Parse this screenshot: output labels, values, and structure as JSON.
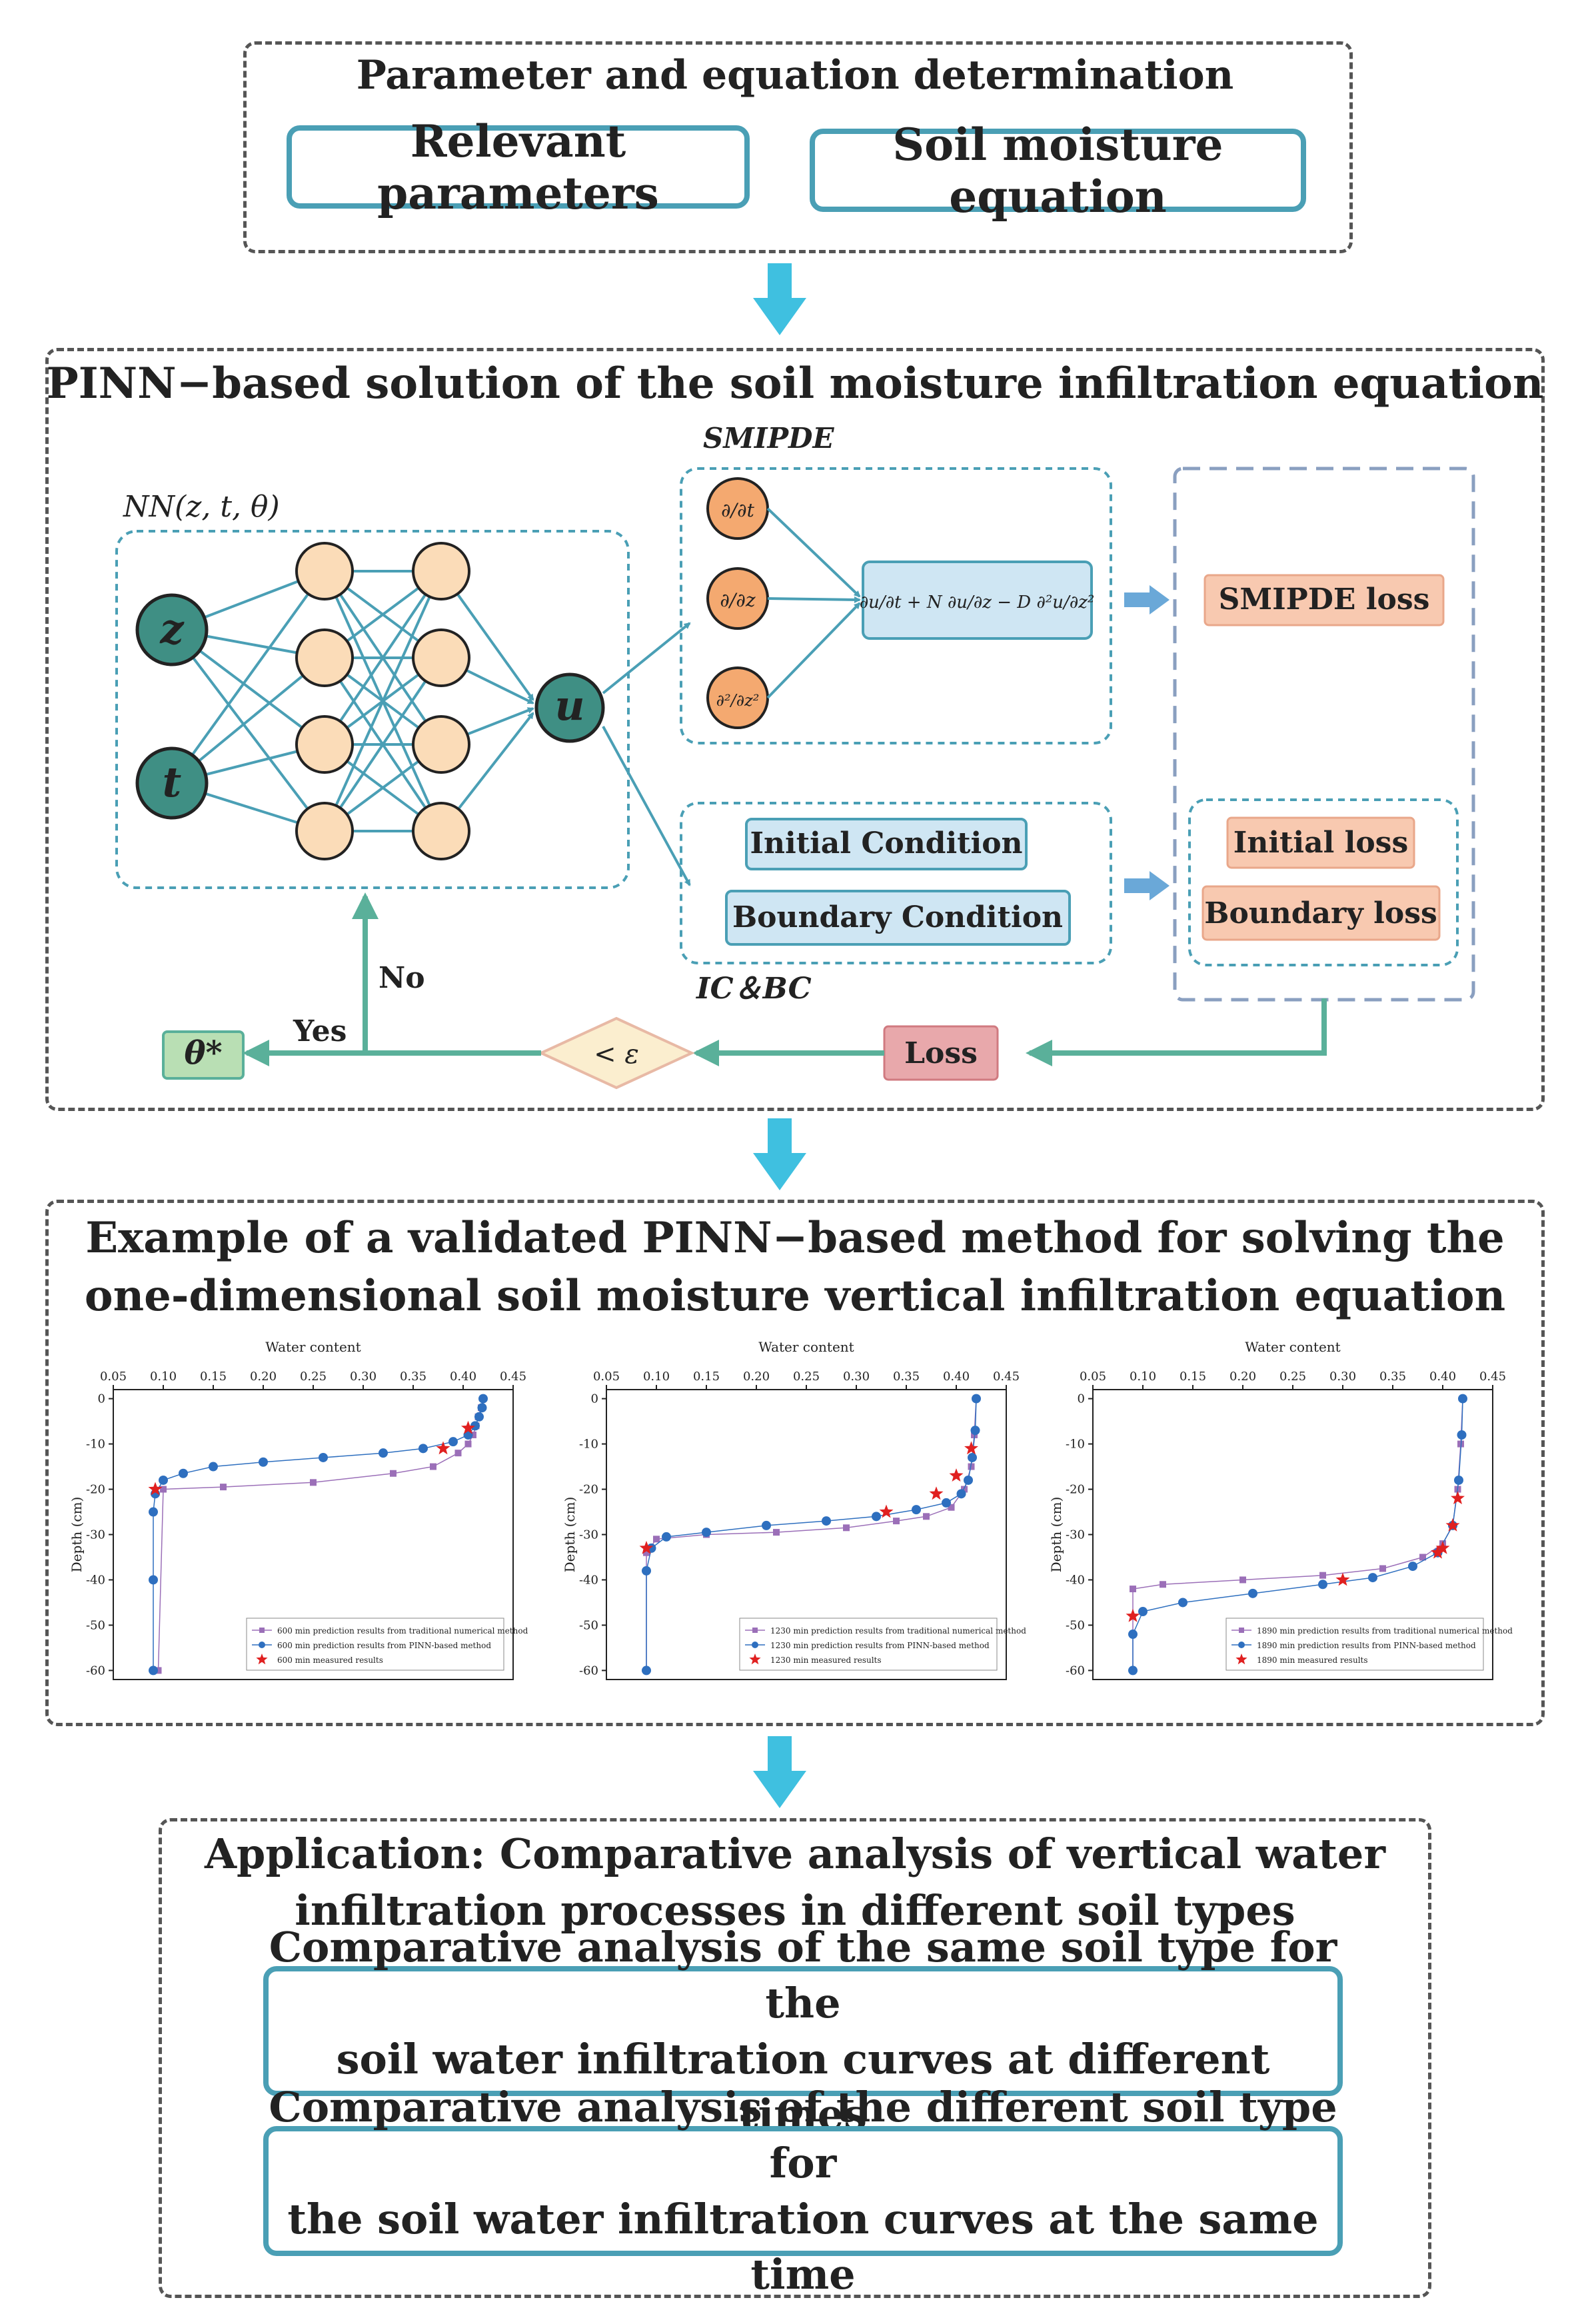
{
  "section1": {
    "title": "Parameter and equation determination",
    "box_left": "Relevant parameters",
    "box_right": "Soil moisture equation"
  },
  "section2": {
    "title": "PINN−based solution of the soil moisture infiltration equation",
    "nn_label": "NN(z, t, θ)",
    "input_z": "z",
    "input_t": "t",
    "output_u": "u",
    "smipde_label": "SMIPDE",
    "deriv_t": "∂/∂t",
    "deriv_z": "∂/∂z",
    "deriv_zz": "∂²/∂z²",
    "pde_expr": "∂u/∂t + N ∂u/∂z − D ∂²u/∂z²",
    "initial_condition": "Initial Condition",
    "boundary_condition": "Boundary Condition",
    "icbc_label": "IC＆BC",
    "smipde_loss": "SMIPDE loss",
    "initial_loss": "Initial loss",
    "boundary_loss": "Boundary loss",
    "loss": "Loss",
    "threshold": "< ε",
    "no": "No",
    "yes": "Yes",
    "theta_star": "θ*"
  },
  "section3": {
    "title_line1": "Example of a validated PINN−based method for solving the",
    "title_line2": "one-dimensional soil moisture vertical infiltration equation"
  },
  "section4": {
    "title_line1": "Application: Comparative analysis of vertical water",
    "title_line2": "infiltration processes in different soil types",
    "box1_line1": "Comparative analysis of the same soil type for the",
    "box1_line2": "soil water infiltration curves at different times",
    "box2_line1": "Comparative analysis of the different soil type for",
    "box2_line2": "the soil water infiltration curves at the same time"
  },
  "colors": {
    "teal_border": "#4a9fb5",
    "node_fill": "#fbdcb8",
    "input_fill": "#3f8f84",
    "arrow_blue": "#3fc0e0",
    "trad_series": "#9b6fb8",
    "pinn_series": "#2e6fbf",
    "measured": "#e02020"
  },
  "chart_data": [
    {
      "type": "line",
      "x_axis_label": "Water content",
      "y_axis_label": "Depth (cm)",
      "x_ticks": [
        "0.05",
        "0.10",
        "0.15",
        "0.20",
        "0.25",
        "0.30",
        "0.35",
        "0.40",
        "0.45"
      ],
      "y_ticks": [
        "0",
        "-10",
        "-20",
        "-30",
        "-40",
        "-50",
        "-60"
      ],
      "xlim": [
        0.05,
        0.45
      ],
      "ylim": [
        -62,
        2
      ],
      "legend_position": "bottom-right",
      "series": [
        {
          "name": "600 min prediction results from traditional numerical method",
          "marker": "square",
          "x": [
            0.095,
            0.1,
            0.16,
            0.25,
            0.33,
            0.37,
            0.395,
            0.405,
            0.41,
            0.413,
            0.415,
            0.418,
            0.42
          ],
          "y": [
            -60,
            -20,
            -19.5,
            -18.5,
            -16.5,
            -15,
            -12,
            -10,
            -8,
            -6,
            -4,
            -2,
            0
          ]
        },
        {
          "name": "600 min prediction results from PINN-based method",
          "marker": "circle",
          "x": [
            0.09,
            0.09,
            0.09,
            0.092,
            0.1,
            0.12,
            0.15,
            0.2,
            0.26,
            0.32,
            0.36,
            0.39,
            0.405,
            0.412,
            0.416,
            0.419,
            0.42
          ],
          "y": [
            -60,
            -40,
            -25,
            -21,
            -18,
            -16.5,
            -15,
            -14,
            -13,
            -12,
            -11,
            -9.5,
            -8,
            -6,
            -4,
            -2,
            0
          ]
        },
        {
          "name": "600 min measured results",
          "marker": "star",
          "x": [
            0.092,
            0.38,
            0.405
          ],
          "y": [
            -20,
            -11,
            -6.5
          ]
        }
      ]
    },
    {
      "type": "line",
      "x_axis_label": "Water content",
      "y_axis_label": "Depth (cm)",
      "x_ticks": [
        "0.05",
        "0.10",
        "0.15",
        "0.20",
        "0.25",
        "0.30",
        "0.35",
        "0.40",
        "0.45"
      ],
      "y_ticks": [
        "0",
        "-10",
        "-20",
        "-30",
        "-40",
        "-50",
        "-60"
      ],
      "xlim": [
        0.05,
        0.45
      ],
      "ylim": [
        -62,
        2
      ],
      "legend_position": "bottom-right",
      "series": [
        {
          "name": "1230 min prediction results from traditional numerical method",
          "marker": "square",
          "x": [
            0.09,
            0.09,
            0.1,
            0.15,
            0.22,
            0.29,
            0.34,
            0.37,
            0.395,
            0.408,
            0.415,
            0.418,
            0.42
          ],
          "y": [
            -60,
            -34,
            -31,
            -30,
            -29.5,
            -28.5,
            -27,
            -26,
            -24,
            -20,
            -15,
            -8,
            0
          ]
        },
        {
          "name": "1230 min prediction results from PINN-based method",
          "marker": "circle",
          "x": [
            0.09,
            0.09,
            0.095,
            0.11,
            0.15,
            0.21,
            0.27,
            0.32,
            0.36,
            0.39,
            0.405,
            0.412,
            0.416,
            0.419,
            0.42
          ],
          "y": [
            -60,
            -38,
            -33,
            -30.5,
            -29.5,
            -28,
            -27,
            -26,
            -24.5,
            -23,
            -21,
            -18,
            -13,
            -7,
            0
          ]
        },
        {
          "name": "1230 min measured results",
          "marker": "star",
          "x": [
            0.09,
            0.33,
            0.38,
            0.4,
            0.415
          ],
          "y": [
            -33,
            -25,
            -21,
            -17,
            -11
          ]
        }
      ]
    },
    {
      "type": "line",
      "x_axis_label": "Water content",
      "y_axis_label": "Depth (cm)",
      "x_ticks": [
        "0.05",
        "0.10",
        "0.15",
        "0.20",
        "0.25",
        "0.30",
        "0.35",
        "0.40",
        "0.45"
      ],
      "y_ticks": [
        "0",
        "-10",
        "-20",
        "-30",
        "-40",
        "-50",
        "-60"
      ],
      "xlim": [
        0.05,
        0.45
      ],
      "ylim": [
        -62,
        2
      ],
      "legend_position": "bottom-right",
      "series": [
        {
          "name": "1890 min prediction results from traditional numerical method",
          "marker": "square",
          "x": [
            0.09,
            0.09,
            0.12,
            0.2,
            0.28,
            0.34,
            0.38,
            0.4,
            0.41,
            0.415,
            0.418,
            0.42
          ],
          "y": [
            -60,
            -42,
            -41,
            -40,
            -39,
            -37.5,
            -35,
            -32,
            -28,
            -20,
            -10,
            0
          ]
        },
        {
          "name": "1890 min prediction results from PINN-based method",
          "marker": "circle",
          "x": [
            0.09,
            0.09,
            0.1,
            0.14,
            0.21,
            0.28,
            0.33,
            0.37,
            0.395,
            0.41,
            0.416,
            0.419,
            0.42
          ],
          "y": [
            -60,
            -52,
            -47,
            -45,
            -43,
            -41,
            -39.5,
            -37,
            -34,
            -28,
            -18,
            -8,
            0
          ]
        },
        {
          "name": "1890 min measured results",
          "marker": "star",
          "x": [
            0.09,
            0.3,
            0.395,
            0.4,
            0.41,
            0.415
          ],
          "y": [
            -48,
            -40,
            -34,
            -33,
            -28,
            -22
          ]
        }
      ]
    }
  ]
}
